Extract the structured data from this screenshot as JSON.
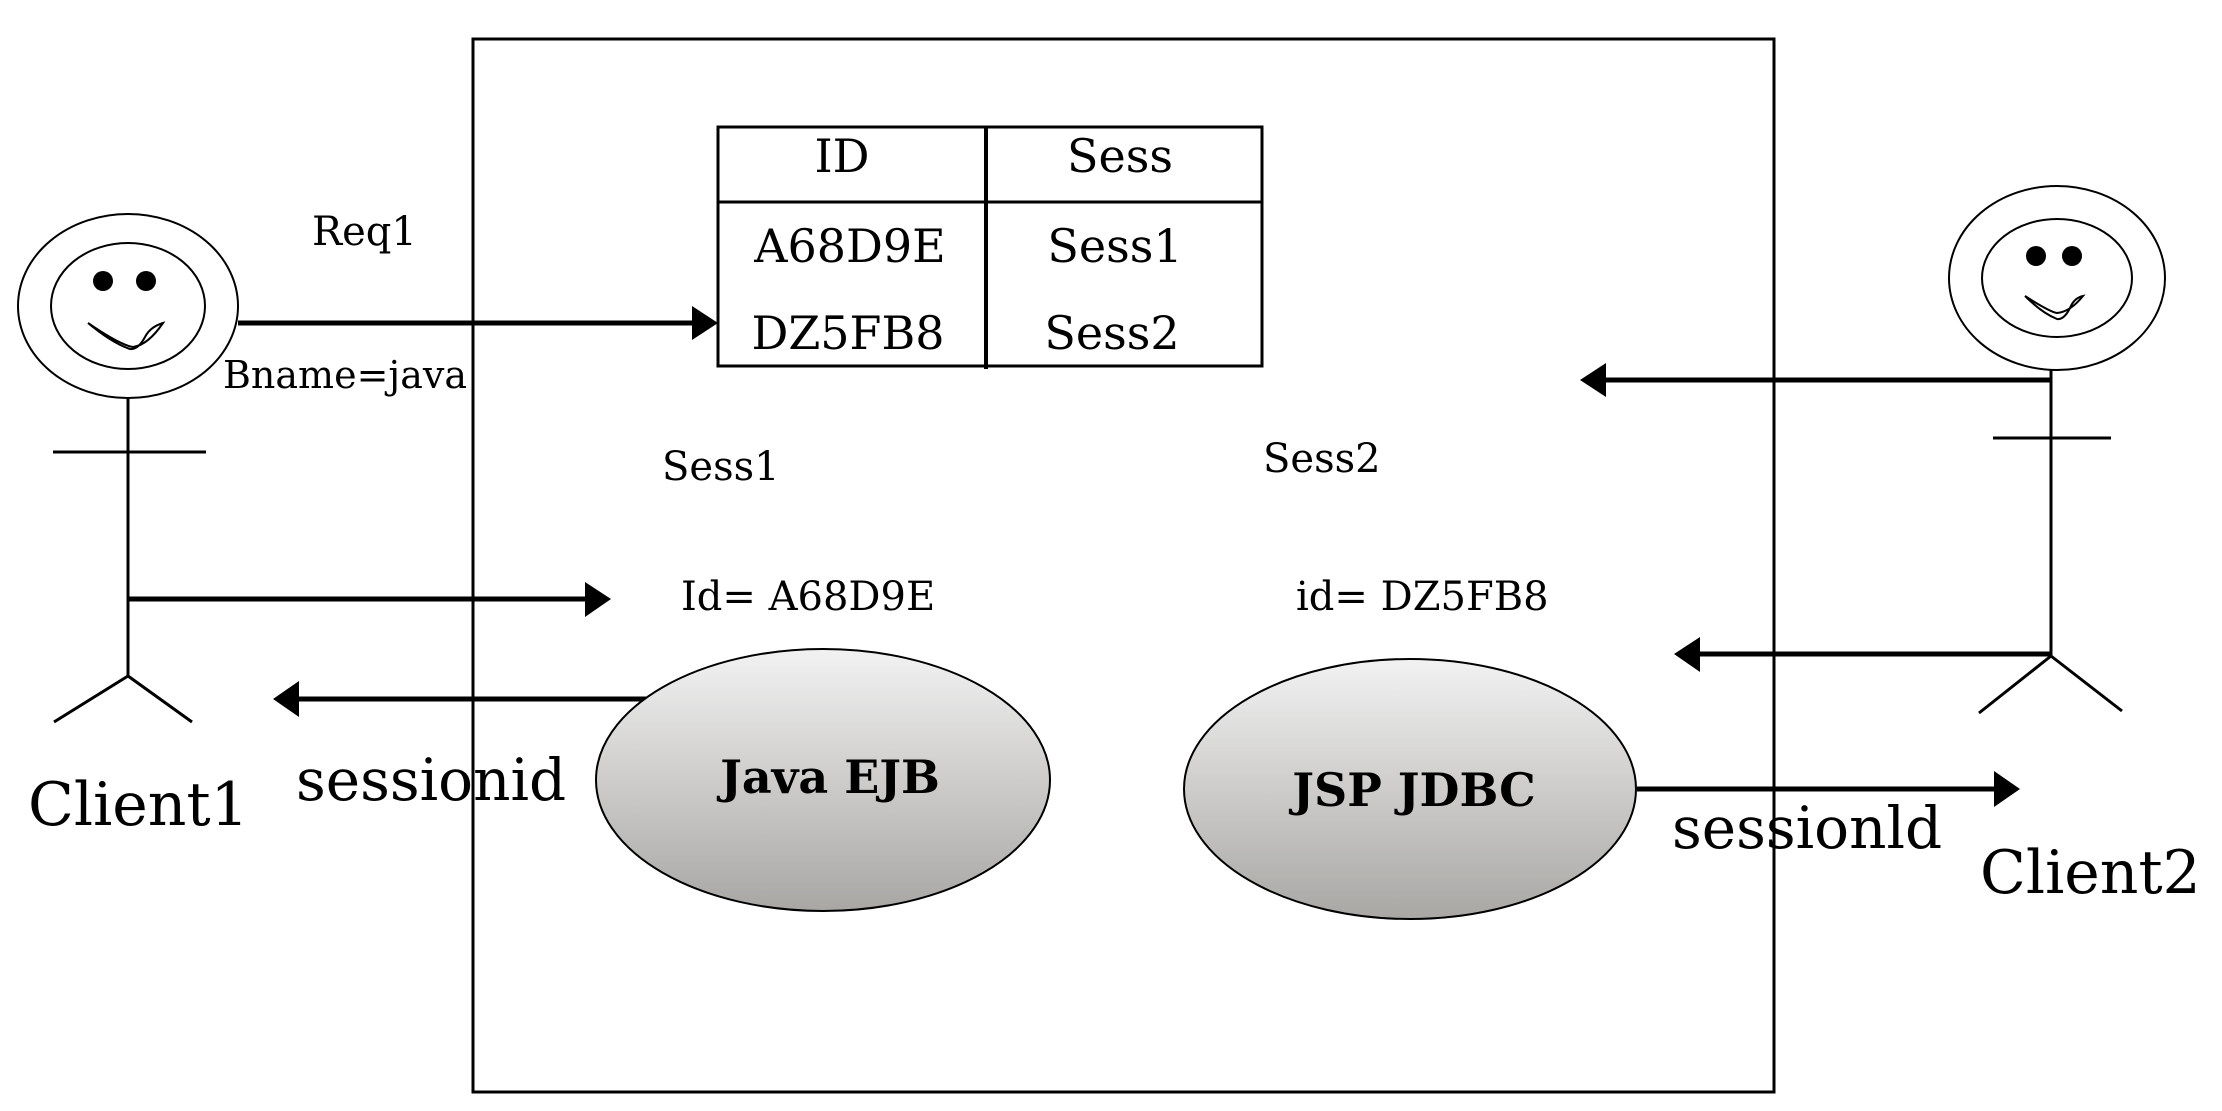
{
  "colors": {
    "stroke": "#000000",
    "background": "#ffffff",
    "ellipse_gradient_top": "#f2f2f2",
    "ellipse_gradient_bottom": "#a8a7a4"
  },
  "clients": [
    {
      "name": "Client1",
      "icon": "stick-figure-smiley"
    },
    {
      "name": "Client2",
      "icon": "stick-figure-smiley"
    }
  ],
  "server_box": {
    "label": ""
  },
  "session_table": {
    "headers": [
      "ID",
      "Sess"
    ],
    "rows": [
      [
        "A68D9E",
        "Sess1"
      ],
      [
        "DZ5FB8",
        "Sess2"
      ]
    ]
  },
  "request": {
    "label": "Req1",
    "param": "Bname=java"
  },
  "sessions": [
    {
      "name": "Sess1",
      "id_label": "Id= A68D9E",
      "content": "Java EJB",
      "response_label": "sessionid"
    },
    {
      "name": "Sess2",
      "id_label": "id= DZ5FB8",
      "content": "JSP JDBC",
      "response_label": "sessionld"
    }
  ]
}
